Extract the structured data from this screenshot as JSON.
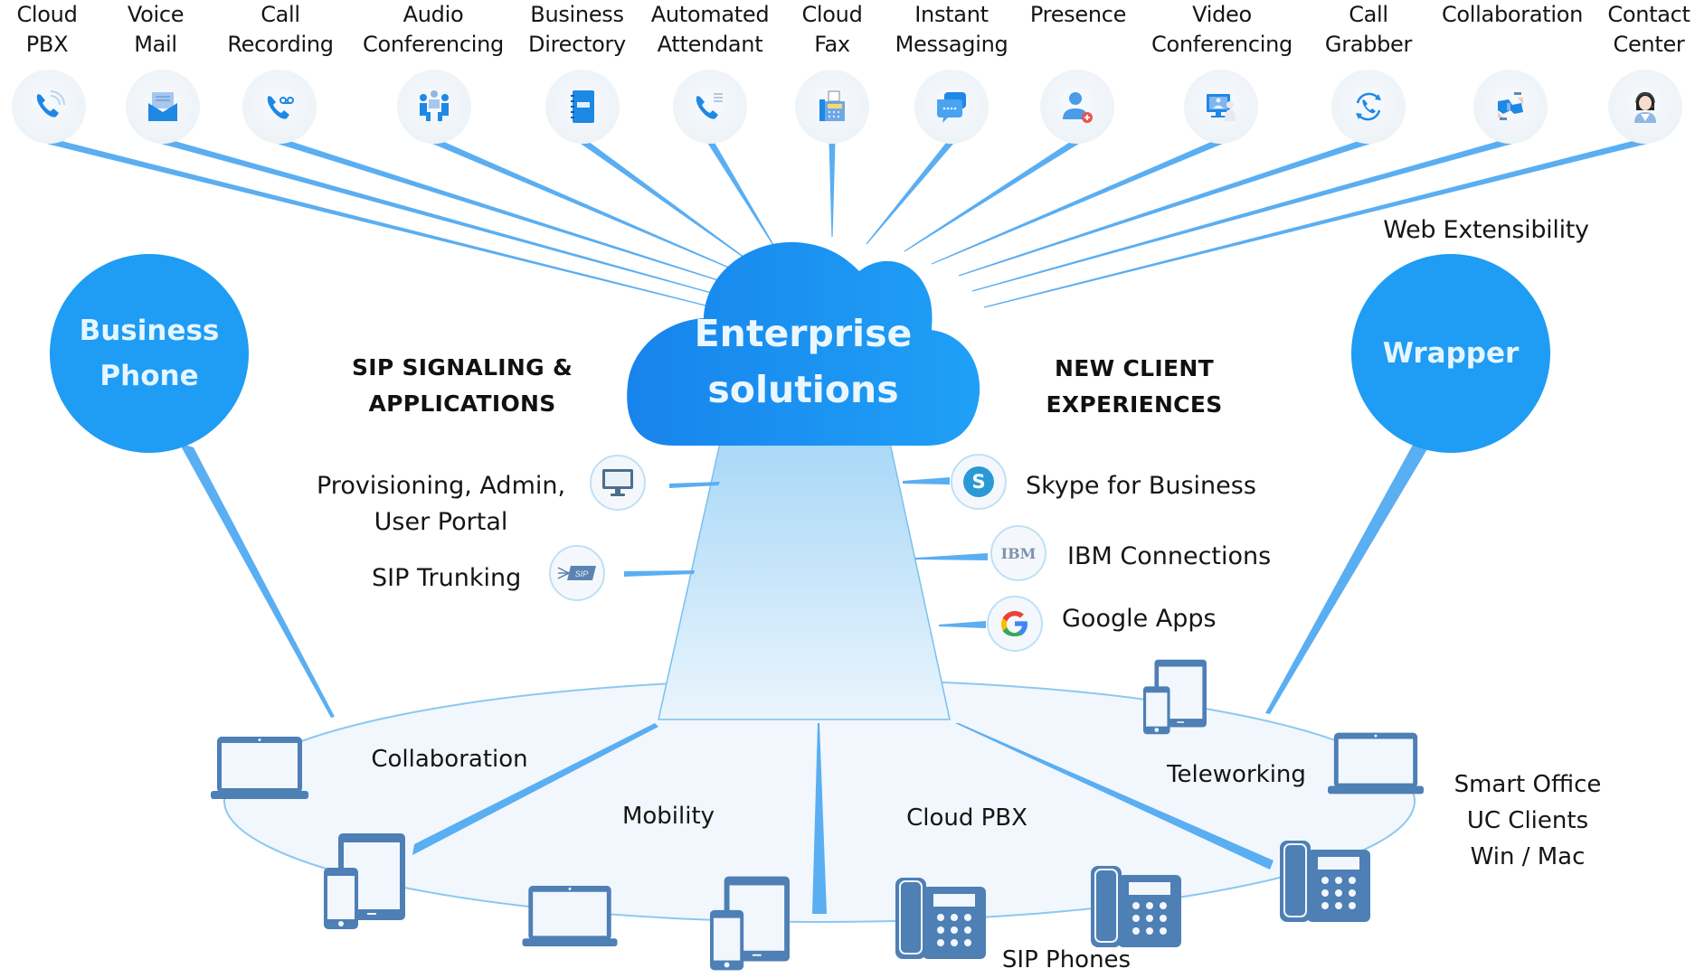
{
  "features": [
    {
      "label": "Cloud\nPBX",
      "icon": "phone-waves-icon"
    },
    {
      "label": "Voice\nMail",
      "icon": "envelope-icon"
    },
    {
      "label": "Call\nRecording",
      "icon": "phone-voicemail-icon"
    },
    {
      "label": "Audio\nConferencing",
      "icon": "meeting-people-icon"
    },
    {
      "label": "Business\nDirectory",
      "icon": "notebook-icon"
    },
    {
      "label": "Automated\nAttendant",
      "icon": "phone-list-icon"
    },
    {
      "label": "Cloud\nFax",
      "icon": "fax-machine-icon"
    },
    {
      "label": "Instant\nMessaging",
      "icon": "chat-bubbles-icon"
    },
    {
      "label": "Presence",
      "icon": "user-status-icon"
    },
    {
      "label": "Video\nConferencing",
      "icon": "video-monitor-icon"
    },
    {
      "label": "Call\nGrabber",
      "icon": "phone-sync-icon"
    },
    {
      "label": "Collaboration",
      "icon": "handshake-icon"
    },
    {
      "label": "Contact\nCenter",
      "icon": "headset-agent-icon"
    }
  ],
  "center": {
    "title": "Enterprise\nsolutions"
  },
  "hubs": {
    "left": {
      "label": "Business\nPhone"
    },
    "right": {
      "label": "Wrapper",
      "caption": "Web Extensibility"
    }
  },
  "left_section": {
    "title": "SIP SIGNALING &\nAPPLICATIONS",
    "items": [
      {
        "label": "Provisioning, Admin,\nUser Portal",
        "icon": "monitor-icon"
      },
      {
        "label": "SIP Trunking",
        "icon": "sip-card-icon",
        "badge_text": "SIP"
      }
    ]
  },
  "right_section": {
    "title": "NEW CLIENT\nEXPERIENCES",
    "items": [
      {
        "label": "Skype for Business",
        "icon": "skype-icon",
        "badge_text": "S"
      },
      {
        "label": "IBM Connections",
        "icon": "ibm-icon",
        "badge_text": "IBM"
      },
      {
        "label": "Google Apps",
        "icon": "google-icon"
      }
    ]
  },
  "zones": {
    "collaboration": "Collaboration",
    "mobility": "Mobility",
    "cloud_pbx": "Cloud PBX",
    "teleworking": "Teleworking",
    "sip_phones": "SIP Phones",
    "smart_office": "Smart Office\nUC Clients\nWin / Mac"
  },
  "colors": {
    "primary": "#1f9cf4",
    "cloud": "#1a8cef",
    "connector": "#5aaef2",
    "device": "#4e7fb5",
    "platform_fill": "#f1f7fc",
    "platform_stroke": "#8cc8f0"
  }
}
